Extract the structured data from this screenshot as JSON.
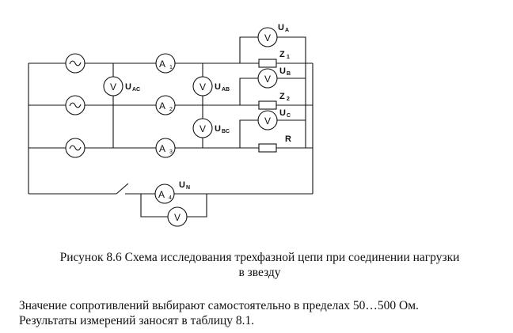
{
  "diagram": {
    "meters": {
      "a1": {
        "letter": "A",
        "sub": "1"
      },
      "a2": {
        "letter": "A",
        "sub": "2"
      },
      "a3": {
        "letter": "A",
        "sub": "3"
      },
      "a4": {
        "letter": "A",
        "sub": "4"
      },
      "v": "V"
    },
    "labels": {
      "uac": {
        "main": "U",
        "sub": "AC"
      },
      "uab": {
        "main": "U",
        "sub": "AB"
      },
      "ubc": {
        "main": "U",
        "sub": "BC"
      },
      "ua": {
        "main": "U",
        "sub": "A"
      },
      "ub": {
        "main": "U",
        "sub": "B"
      },
      "uc": {
        "main": "U",
        "sub": "C"
      },
      "un": {
        "main": "U",
        "sub": "N"
      },
      "z1": {
        "main": "Z",
        "sub": "1"
      },
      "z2": {
        "main": "Z",
        "sub": "2"
      },
      "r": "R"
    }
  },
  "caption": {
    "line1": "Рисунок 8.6 Схема исследования трехфазной цепи при соединении нагрузки",
    "line2": "в звезду"
  },
  "paragraph": {
    "line1": "Значение сопротивлений выбирают самостоятельно в пределах 50…500 Ом.",
    "line2": "Результаты измерений заносят в таблицу 8.1."
  }
}
